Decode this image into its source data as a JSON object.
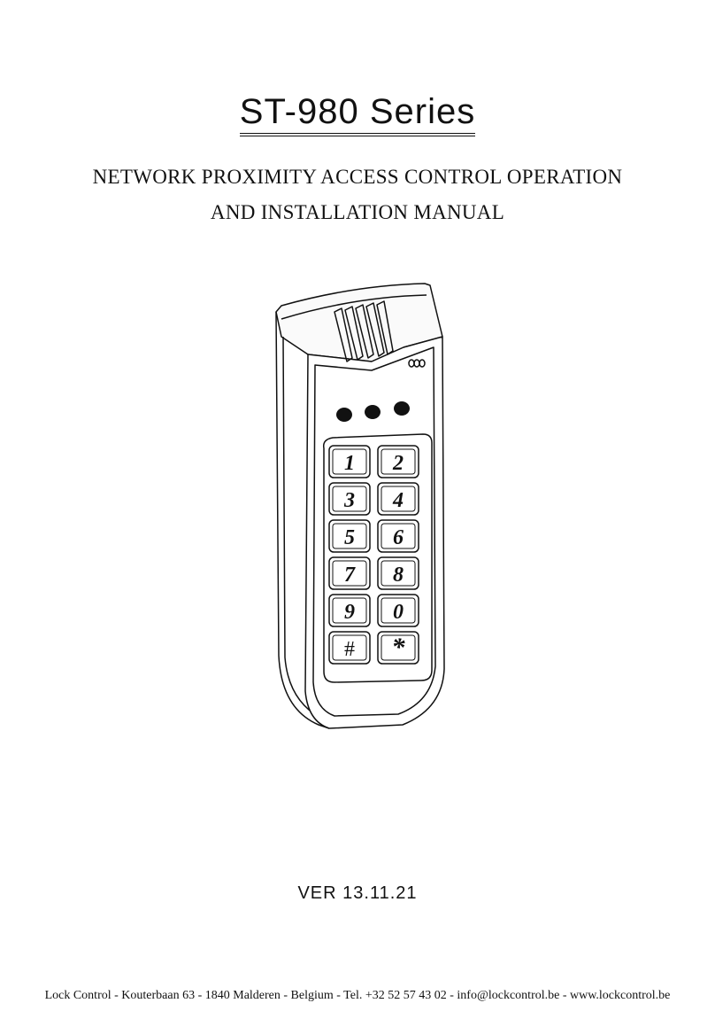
{
  "document": {
    "title": "ST-980 Series",
    "subtitle_line1": "NETWORK PROXIMITY ACCESS CONTROL OPERATION",
    "subtitle_line2": "AND INSTALLATION MANUAL",
    "version": "VER 13.11.21",
    "footer": "Lock Control - Kouterbaan 63  - 1840 Malderen - Belgium - Tel.  +32 52 57 43 02 - info@lockcontrol.be - www.lockcontrol.be"
  },
  "keypad": {
    "keys": [
      "1",
      "2",
      "3",
      "4",
      "5",
      "6",
      "7",
      "8",
      "9",
      "0",
      "#",
      "*"
    ]
  }
}
